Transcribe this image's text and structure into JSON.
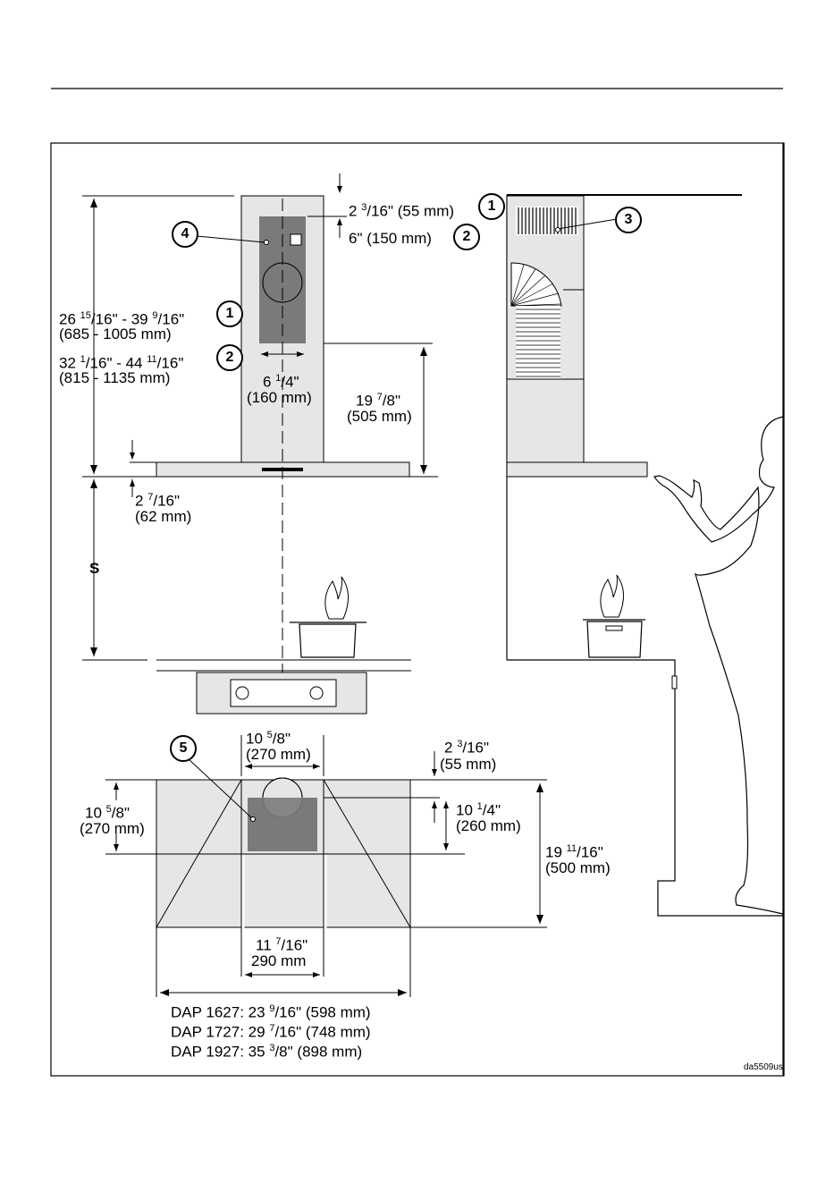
{
  "dims": {
    "top_gap_1": {
      "whole": "2",
      "num": "3",
      "den": "16",
      "mm": "(55 mm)"
    },
    "top_gap_2": "6\" (150 mm)",
    "height_range_1": {
      "a_whole": "26",
      "a_num": "15",
      "a_den": "16",
      "b_whole": "39",
      "b_num": "9",
      "b_den": "16",
      "mm": "(685 - 1005 mm)"
    },
    "height_range_2": {
      "a_whole": "32",
      "a_num": "1",
      "a_den": "16",
      "b_whole": "44",
      "b_num": "11",
      "b_den": "16",
      "mm": "(815 - 1135 mm)"
    },
    "duct_width": {
      "whole": "6",
      "num": "1",
      "den": "4",
      "mm": "(160 mm)"
    },
    "lower_height": {
      "whole": "19",
      "num": "7",
      "den": "8",
      "mm": "(505 mm)"
    },
    "canopy_thick": {
      "whole": "2",
      "num": "7",
      "den": "16",
      "mm": "(62 mm)"
    },
    "s_label": "S",
    "plan_width_top": {
      "whole": "10",
      "num": "5",
      "den": "8",
      "mm": "(270 mm)"
    },
    "plan_back_gap": {
      "whole": "2",
      "num": "3",
      "den": "16",
      "mm": "(55 mm)"
    },
    "plan_left_depth": {
      "whole": "10",
      "num": "5",
      "den": "8",
      "mm": "(270 mm)"
    },
    "plan_inner_depth": {
      "whole": "10",
      "num": "1",
      "den": "4",
      "mm": "(260 mm)"
    },
    "plan_total_depth": {
      "whole": "19",
      "num": "11",
      "den": "16",
      "mm": "(500 mm)"
    },
    "plan_mid_width": {
      "whole": "11",
      "num": "7",
      "den": "16",
      "mm": "290 mm"
    },
    "models": [
      {
        "name": "DAP 1627:",
        "whole": "23",
        "num": "9",
        "den": "16",
        "mm": "(598 mm)"
      },
      {
        "name": "DAP 1727:",
        "whole": "29",
        "num": "7",
        "den": "16",
        "mm": "(748 mm)"
      },
      {
        "name": "DAP 1927:",
        "whole": "35",
        "num": "3",
        "den": "8",
        "mm": "(898 mm)"
      }
    ]
  },
  "callouts": {
    "c1": "1",
    "c2": "2",
    "c3": "3",
    "c4": "4",
    "c5": "5"
  },
  "figure_code": "da5509us"
}
